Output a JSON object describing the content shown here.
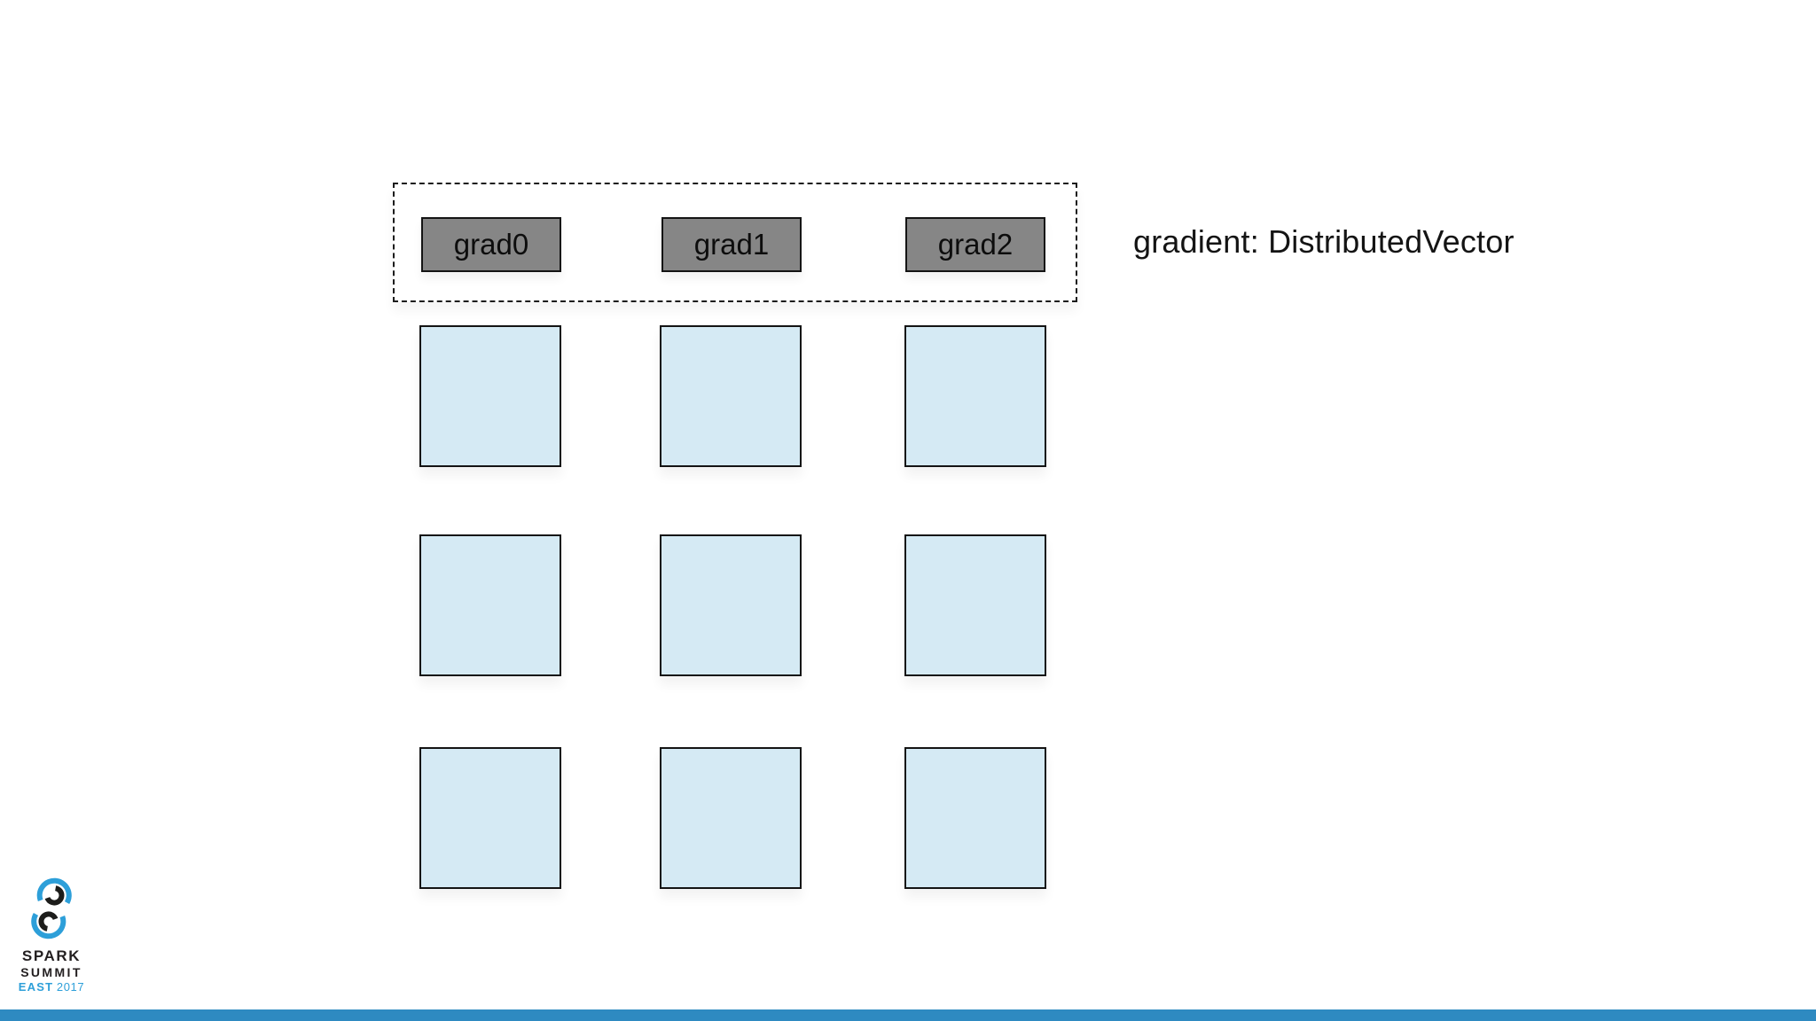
{
  "slide": {
    "caption": "gradient: DistributedVector",
    "grad_labels": [
      "grad0",
      "grad1",
      "grad2"
    ],
    "grid": {
      "rows": 3,
      "cols": 3,
      "description": "3x3 grid of empty partition boxes under the gradient row"
    },
    "colors": {
      "grad_box_fill": "#868686",
      "partition_box_fill": "#d5eaf4",
      "box_border": "#141414",
      "dashed_border": "#1c1c1c",
      "footer_bar": "#2e8ac1",
      "caption_text": "#141414"
    }
  },
  "logo": {
    "line1": "SPARK",
    "line2": "SUMMIT",
    "line3_bold": "EAST",
    "line3_year": "2017",
    "blue": "#2d9fd9",
    "black": "#231f20"
  }
}
